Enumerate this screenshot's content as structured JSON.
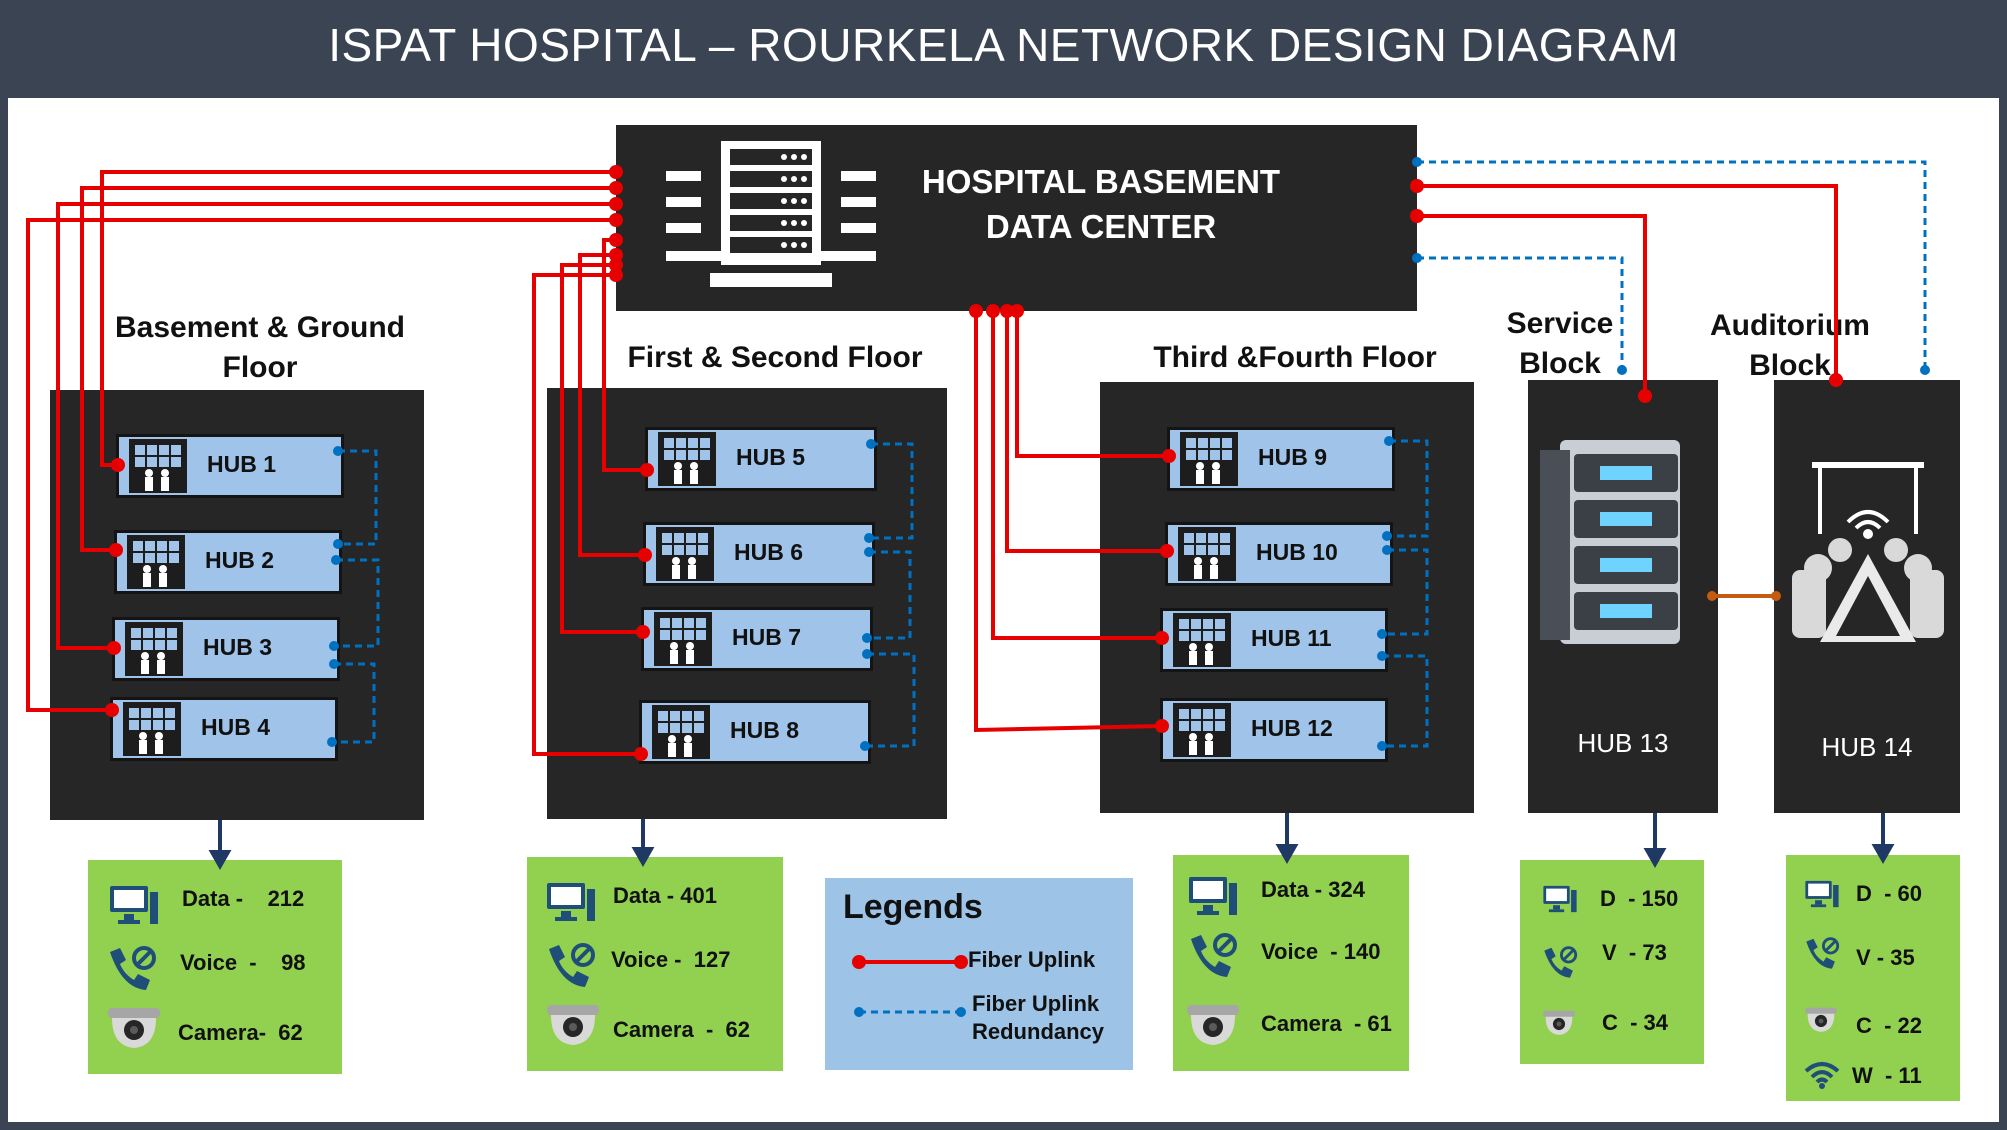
{
  "title": "ISPAT HOSPITAL – ROURKELA  NETWORK DESIGN DIAGRAM",
  "data_center": {
    "line1": "HOSPITAL BASEMENT",
    "line2": "DATA CENTER"
  },
  "groups": {
    "basement_ground": {
      "line1": "Basement & Ground",
      "line2": "Floor"
    },
    "first_second": {
      "line1": "First  & Second Floor"
    },
    "third_fourth": {
      "line1": "Third &Fourth Floor"
    },
    "service_block": {
      "line1": "Service",
      "line2": "Block"
    },
    "auditorium_block": {
      "line1": "Auditorium",
      "line2": "Block"
    }
  },
  "hubs": {
    "h1": "HUB 1",
    "h2": "HUB 2",
    "h3": "HUB 3",
    "h4": "HUB 4",
    "h5": "HUB 5",
    "h6": "HUB 6",
    "h7": "HUB 7",
    "h8": "HUB 8",
    "h9": "HUB 9",
    "h10": "HUB 10",
    "h11": "HUB 11",
    "h12": "HUB 12",
    "h13": "HUB 13",
    "h14": "HUB 14"
  },
  "stats": {
    "bg": {
      "data": "Data -    212",
      "voice": "Voice  -    98",
      "camera": "Camera-  62"
    },
    "fs": {
      "data": "Data - 401",
      "voice": "Voice -  127",
      "camera": "Camera  -  62"
    },
    "tf": {
      "data": "Data - 324",
      "voice": "Voice  - 140",
      "camera": "Camera  - 61"
    },
    "service": {
      "data": "D  - 150",
      "voice": "V  - 73",
      "camera": "C  - 34"
    },
    "auditorium": {
      "data": "D  - 60",
      "voice": "V - 35",
      "camera": "C  - 22",
      "wifi": "W  - 11"
    }
  },
  "legend": {
    "title": "Legends",
    "fiber": "Fiber Uplink",
    "redundancy_line1": "Fiber Uplink",
    "redundancy_line2": "Redundancy"
  },
  "colors": {
    "fiber_uplink": "#e60000",
    "redundancy": "#0070c0",
    "title_bar": "#3a4452",
    "panel": "#262626",
    "hub_fill": "#9fc3e9",
    "stats_fill": "#92d050",
    "legend_fill": "#9dc3e6",
    "interconnect": "#c55a11"
  },
  "icons": [
    "server-rack-icon",
    "security-room-icon",
    "desktop-icon",
    "phone-icon",
    "camera-icon",
    "wifi-icon",
    "conference-icon"
  ]
}
